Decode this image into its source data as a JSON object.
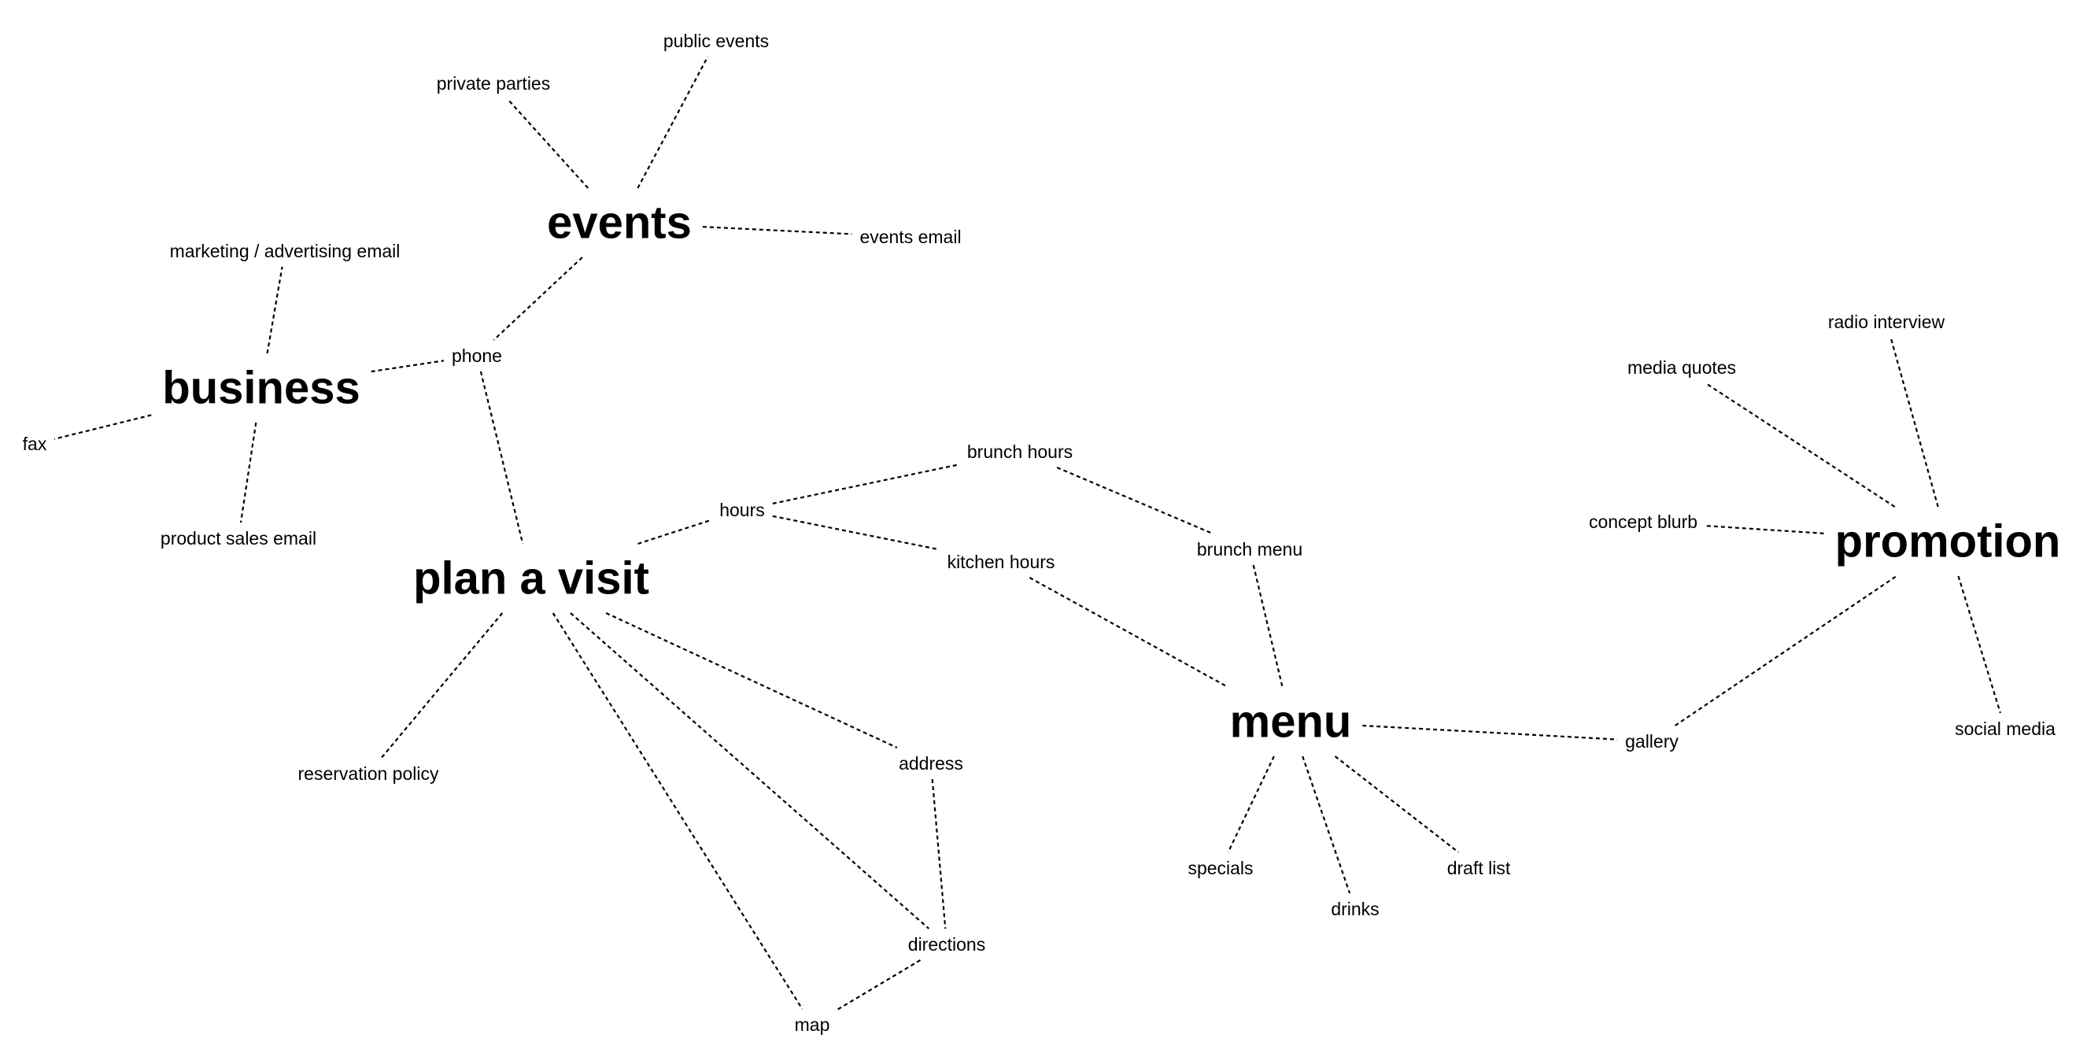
{
  "graph": {
    "nodes": [
      {
        "id": "events",
        "label": "events",
        "kind": "hub"
      },
      {
        "id": "business",
        "label": "business",
        "kind": "hub"
      },
      {
        "id": "plan_a_visit",
        "label": "plan a visit",
        "kind": "hub"
      },
      {
        "id": "menu",
        "label": "menu",
        "kind": "hub"
      },
      {
        "id": "promotion",
        "label": "promotion",
        "kind": "hub"
      },
      {
        "id": "public_events",
        "label": "public events",
        "kind": "leaf"
      },
      {
        "id": "private_parties",
        "label": "private parties",
        "kind": "leaf"
      },
      {
        "id": "events_email",
        "label": "events email",
        "kind": "leaf"
      },
      {
        "id": "marketing_email",
        "label": "marketing / advertising email",
        "kind": "leaf"
      },
      {
        "id": "phone",
        "label": "phone",
        "kind": "leaf"
      },
      {
        "id": "fax",
        "label": "fax",
        "kind": "leaf"
      },
      {
        "id": "product_sales_email",
        "label": "product sales email",
        "kind": "leaf"
      },
      {
        "id": "hours",
        "label": "hours",
        "kind": "leaf"
      },
      {
        "id": "brunch_hours",
        "label": "brunch hours",
        "kind": "leaf"
      },
      {
        "id": "kitchen_hours",
        "label": "kitchen hours",
        "kind": "leaf"
      },
      {
        "id": "brunch_menu",
        "label": "brunch menu",
        "kind": "leaf"
      },
      {
        "id": "reservation_policy",
        "label": "reservation policy",
        "kind": "leaf"
      },
      {
        "id": "address",
        "label": "address",
        "kind": "leaf"
      },
      {
        "id": "directions",
        "label": "directions",
        "kind": "leaf"
      },
      {
        "id": "map",
        "label": "map",
        "kind": "leaf"
      },
      {
        "id": "specials",
        "label": "specials",
        "kind": "leaf"
      },
      {
        "id": "drinks",
        "label": "drinks",
        "kind": "leaf"
      },
      {
        "id": "draft_list",
        "label": "draft list",
        "kind": "leaf"
      },
      {
        "id": "gallery",
        "label": "gallery",
        "kind": "leaf"
      },
      {
        "id": "media_quotes",
        "label": "media quotes",
        "kind": "leaf"
      },
      {
        "id": "radio_interview",
        "label": "radio interview",
        "kind": "leaf"
      },
      {
        "id": "concept_blurb",
        "label": "concept blurb",
        "kind": "leaf"
      },
      {
        "id": "social_media",
        "label": "social media",
        "kind": "leaf"
      }
    ],
    "edges": [
      [
        "events",
        "private_parties"
      ],
      [
        "events",
        "public_events"
      ],
      [
        "events",
        "events_email"
      ],
      [
        "events",
        "phone"
      ],
      [
        "business",
        "marketing_email"
      ],
      [
        "business",
        "phone"
      ],
      [
        "business",
        "fax"
      ],
      [
        "business",
        "product_sales_email"
      ],
      [
        "phone",
        "plan_a_visit"
      ],
      [
        "plan_a_visit",
        "hours"
      ],
      [
        "hours",
        "brunch_hours"
      ],
      [
        "hours",
        "kitchen_hours"
      ],
      [
        "brunch_hours",
        "brunch_menu"
      ],
      [
        "brunch_menu",
        "menu"
      ],
      [
        "kitchen_hours",
        "menu"
      ],
      [
        "plan_a_visit",
        "reservation_policy"
      ],
      [
        "plan_a_visit",
        "address"
      ],
      [
        "plan_a_visit",
        "directions"
      ],
      [
        "plan_a_visit",
        "map"
      ],
      [
        "address",
        "directions"
      ],
      [
        "directions",
        "map"
      ],
      [
        "menu",
        "specials"
      ],
      [
        "menu",
        "drinks"
      ],
      [
        "menu",
        "draft_list"
      ],
      [
        "menu",
        "gallery"
      ],
      [
        "gallery",
        "promotion"
      ],
      [
        "promotion",
        "media_quotes"
      ],
      [
        "promotion",
        "radio_interview"
      ],
      [
        "promotion",
        "concept_blurb"
      ],
      [
        "promotion",
        "social_media"
      ]
    ]
  }
}
